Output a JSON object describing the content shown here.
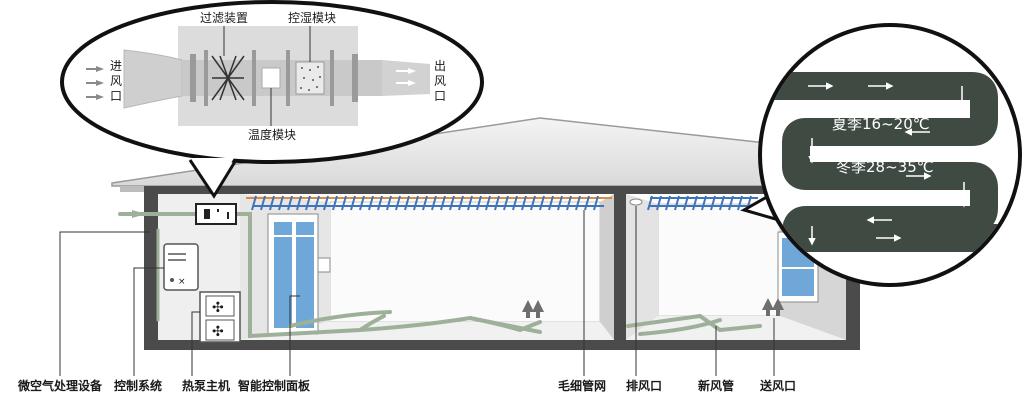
{
  "callout": {
    "inlet": [
      "进",
      "风",
      "口"
    ],
    "outlet": [
      "出",
      "风",
      "口"
    ],
    "filter": "过滤装置",
    "humidity": "控湿模块",
    "temperature": "温度模块"
  },
  "coil": {
    "summer": "夏季16~20℃",
    "winter": "冬季28~35℃"
  },
  "labels": {
    "micro_air": "微空气处理设备",
    "control_system": "控制系统",
    "heat_pump": "热泵主机",
    "smart_panel": "智能控制面板",
    "capillary": "毛细管网",
    "exhaust": "排风口",
    "fresh_air_duct": "新风管",
    "supply": "送风口"
  },
  "colors": {
    "coil_dark": "#3f4a42",
    "pipe_blue": "#3f74b8",
    "pipe_orange": "#e08a3c",
    "duct_green": "#9fb09a",
    "window_blue": "#6fa7d8"
  }
}
